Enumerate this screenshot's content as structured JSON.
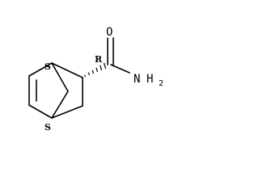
{
  "molecule": {
    "atoms": {
      "oxygen": "O",
      "nitrogen": "N",
      "hydrogen": "H",
      "h_count": "2"
    },
    "stereo_labels": {
      "top_bridgehead": "S",
      "bottom_bridgehead": "S",
      "substituted_carbon": "R"
    }
  }
}
